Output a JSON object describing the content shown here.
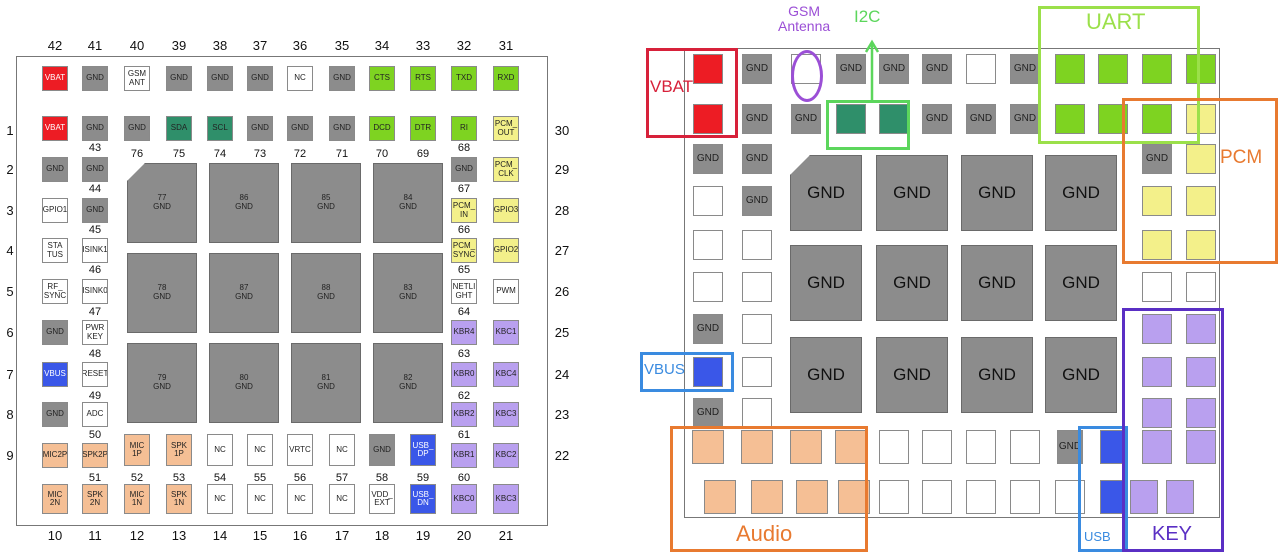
{
  "left": {
    "top_numbers": [
      "42",
      "41",
      "40",
      "39",
      "38",
      "37",
      "36",
      "35",
      "34",
      "33",
      "32",
      "31"
    ],
    "bottom_numbers": [
      "10",
      "11",
      "12",
      "13",
      "14",
      "15",
      "16",
      "17",
      "18",
      "19",
      "20",
      "21"
    ],
    "left_numbers": [
      "1",
      "2",
      "3",
      "4",
      "5",
      "6",
      "7",
      "8",
      "9"
    ],
    "right_numbers": [
      "30",
      "29",
      "28",
      "27",
      "26",
      "25",
      "24",
      "23",
      "22"
    ],
    "sub_numbers": [
      "43",
      "44",
      "45",
      "46",
      "47",
      "48",
      "49",
      "50",
      "51",
      "52",
      "53",
      "54",
      "55",
      "56",
      "57",
      "58",
      "59",
      "60",
      "61",
      "62",
      "63",
      "64",
      "65",
      "66",
      "67",
      "68",
      "69",
      "70",
      "71",
      "72",
      "73",
      "74",
      "75",
      "76"
    ],
    "top_row": [
      {
        "label": "VBAT",
        "color": "red"
      },
      {
        "label": "GND",
        "color": "gnd"
      },
      {
        "label": "GSM\nANT",
        "color": "white"
      },
      {
        "label": "GND",
        "color": "gnd"
      },
      {
        "label": "GND",
        "color": "gnd"
      },
      {
        "label": "GND",
        "color": "gnd"
      },
      {
        "label": "NC",
        "color": "white"
      },
      {
        "label": "GND",
        "color": "gnd"
      },
      {
        "label": "CTS",
        "color": "green"
      },
      {
        "label": "RTS",
        "color": "green"
      },
      {
        "label": "TXD",
        "color": "green"
      },
      {
        "label": "RXD",
        "color": "green"
      }
    ],
    "row2": [
      {
        "label": "VBAT",
        "color": "red"
      },
      {
        "label": "GND",
        "color": "gnd"
      },
      {
        "label": "GND",
        "color": "gnd"
      },
      {
        "label": "SDA",
        "color": "teal"
      },
      {
        "label": "SCL",
        "color": "teal"
      },
      {
        "label": "GND",
        "color": "gnd"
      },
      {
        "label": "GND",
        "color": "gnd"
      },
      {
        "label": "GND",
        "color": "gnd"
      },
      {
        "label": "DCD",
        "color": "green"
      },
      {
        "label": "DTR",
        "color": "green"
      },
      {
        "label": "RI",
        "color": "green"
      },
      {
        "label": "PCM_\nOUT",
        "color": "yellow"
      }
    ],
    "left_col_outer": [
      {
        "label": "GND",
        "color": "gnd"
      },
      {
        "label": "GPIO1",
        "color": "white"
      },
      {
        "label": "STA\nTUS",
        "color": "white"
      },
      {
        "label": "RF_\nSYNC",
        "color": "white"
      },
      {
        "label": "GND",
        "color": "gnd"
      },
      {
        "label": "VBUS",
        "color": "blue"
      },
      {
        "label": "GND",
        "color": "gnd"
      },
      {
        "label": "MIC2P",
        "color": "orange"
      }
    ],
    "left_col_inner": [
      {
        "label": "GND",
        "color": "gnd"
      },
      {
        "label": "GND",
        "color": "gnd"
      },
      {
        "label": "ISINK1",
        "color": "white"
      },
      {
        "label": "ISINK0",
        "color": "white"
      },
      {
        "label": "PWR\nKEY",
        "color": "white"
      },
      {
        "label": "RESET",
        "color": "white"
      },
      {
        "label": "ADC",
        "color": "white"
      },
      {
        "label": "SPK2P",
        "color": "orange"
      }
    ],
    "right_col_inner": [
      {
        "label": "GND",
        "color": "gnd"
      },
      {
        "label": "PCM_\nIN",
        "color": "yellow"
      },
      {
        "label": "PCM_\nSYNC",
        "color": "yellow"
      },
      {
        "label": "NETLI\nGHT",
        "color": "white"
      },
      {
        "label": "KBR4",
        "color": "purple"
      },
      {
        "label": "KBR0",
        "color": "purple"
      },
      {
        "label": "KBR2",
        "color": "purple"
      },
      {
        "label": "KBR1",
        "color": "purple"
      }
    ],
    "right_col_outer": [
      {
        "label": "PCM_\nCLK",
        "color": "yellow"
      },
      {
        "label": "GPIO3",
        "color": "yellow"
      },
      {
        "label": "GPIO2",
        "color": "yellow"
      },
      {
        "label": "PWM",
        "color": "white"
      },
      {
        "label": "KBC1",
        "color": "purple"
      },
      {
        "label": "KBC4",
        "color": "purple"
      },
      {
        "label": "KBC3",
        "color": "purple"
      },
      {
        "label": "KBC2",
        "color": "purple"
      }
    ],
    "bottom_row_upper": [
      {
        "label": "MIC\n1P",
        "color": "orange"
      },
      {
        "label": "SPK\n1P",
        "color": "orange"
      },
      {
        "label": "NC",
        "color": "white"
      },
      {
        "label": "NC",
        "color": "white"
      },
      {
        "label": "VRTC",
        "color": "white"
      },
      {
        "label": "NC",
        "color": "white"
      },
      {
        "label": "GND",
        "color": "gnd"
      },
      {
        "label": "USB_\nDP",
        "color": "blue"
      }
    ],
    "bottom_row": [
      {
        "label": "MIC\n2N",
        "color": "orange"
      },
      {
        "label": "SPK\n2N",
        "color": "orange"
      },
      {
        "label": "MIC\n1N",
        "color": "orange"
      },
      {
        "label": "SPK\n1N",
        "color": "orange"
      },
      {
        "label": "NC",
        "color": "white"
      },
      {
        "label": "NC",
        "color": "white"
      },
      {
        "label": "NC",
        "color": "white"
      },
      {
        "label": "NC",
        "color": "white"
      },
      {
        "label": "VDD_\nEXT",
        "color": "white"
      },
      {
        "label": "USB_\nDN",
        "color": "blue"
      },
      {
        "label": "KBC0",
        "color": "purple"
      },
      {
        "label": "KBC3",
        "color": "purple"
      }
    ],
    "big_pads": [
      "77\nGND",
      "86\nGND",
      "85\nGND",
      "84\nGND",
      "78\nGND",
      "87\nGND",
      "88\nGND",
      "83\nGND",
      "79\nGND",
      "80\nGND",
      "81\nGND",
      "82\nGND"
    ]
  },
  "right": {
    "big_label": "GND",
    "small_label": "GND",
    "groups": {
      "vbat": "VBAT",
      "gsm": "GSM\nAntenna",
      "i2c": "I2C",
      "uart": "UART",
      "pcm": "PCM",
      "vbus": "VBUS",
      "audio": "Audio",
      "usb": "USB",
      "key": "KEY"
    }
  },
  "colors": {
    "gnd": "#8c8c8c",
    "red": "#ed1c24",
    "teal": "#2f8f6a",
    "green": "#7ed321",
    "yellow": "#f3f08a",
    "purple": "#b9a0ef",
    "blue": "#3a57e8",
    "orange": "#f5bf95",
    "vbat_box": "#d7213a",
    "gsm_circle": "#9b4fd6",
    "i2c_box": "#5cd65c",
    "uart_box": "#9be04a",
    "pcm_box": "#e87a30",
    "vbus_box": "#3a8be0",
    "audio_box": "#e87a30",
    "usb_box": "#3a8be0",
    "key_box": "#5a2fc4"
  }
}
